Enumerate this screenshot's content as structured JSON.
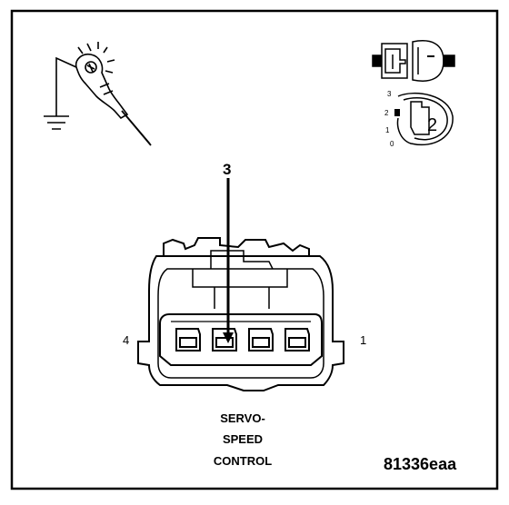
{
  "connector": {
    "callout": "3",
    "pin_left": "4",
    "pin_right": "1",
    "name_lines": [
      "SERVO-",
      "SPEED",
      "CONTROL"
    ]
  },
  "view_icon": {
    "ring_marks": [
      "3",
      "2",
      "1",
      "0"
    ],
    "view_number": "2"
  },
  "figure_id": "81336eaa",
  "icons": {
    "probe": "test-probe-icon",
    "ground": "ground-symbol-icon",
    "connector_pair": "connector-pair-icon",
    "connector_face": "connector-face-view-icon"
  },
  "colors": {
    "line": "#000000",
    "background": "#ffffff"
  }
}
